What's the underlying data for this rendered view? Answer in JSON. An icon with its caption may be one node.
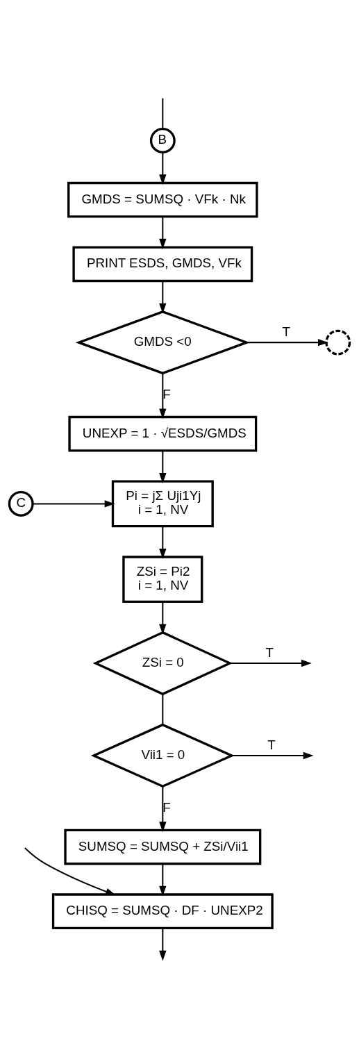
{
  "diagram": {
    "nodes": [
      {
        "text": [
          "B"
        ]
      },
      {
        "text": [
          "GMDS = SUMSQ · VFk · Nk"
        ]
      },
      {
        "text": [
          "PRINT ESDS, GMDS, VFk"
        ]
      },
      {
        "text": [
          "GMDS <0"
        ]
      },
      {
        "text": [],
        "shape": "circle"
      },
      {
        "text": [
          "UNEXP = 1 · √ESDS/GMDS"
        ]
      },
      {
        "text": [
          "C"
        ]
      },
      {
        "text": [
          "Pi = jΣ Uji1Yj",
          "i = 1, NV"
        ]
      },
      {
        "text": [
          "ZSi = Pi2",
          "i = 1, NV"
        ]
      },
      {
        "text": [
          "ZSi = 0"
        ]
      },
      {
        "text": [
          "Vii1 = 0"
        ]
      },
      {
        "text": [
          "SUMSQ = SUMSQ + ZSi/Vii1"
        ]
      },
      {
        "text": [
          "CHISQ = SUMSQ · DF · UNEXP2"
        ]
      }
    ],
    "edges": [
      {
        "from": null,
        "to": 0,
        "arrow": "none"
      },
      {
        "from": 0,
        "to": 1,
        "arrow": "to"
      },
      {
        "from": 1,
        "to": 2,
        "arrow": "to"
      },
      {
        "from": 2,
        "to": 3,
        "arrow": "to"
      },
      {
        "from": 3,
        "to": 4,
        "arrow": "to",
        "label": "T"
      },
      {
        "from": 3,
        "to": 5,
        "arrow": "to",
        "label": "F"
      },
      {
        "from": 5,
        "to": 7,
        "arrow": "to"
      },
      {
        "from": 6,
        "to": 7,
        "arrow": "to"
      },
      {
        "from": 7,
        "to": 8,
        "arrow": "to"
      },
      {
        "from": 8,
        "to": 9,
        "arrow": "to"
      },
      {
        "from": 9,
        "to": null,
        "arrow": "to",
        "label": "T"
      },
      {
        "from": 9,
        "to": 10,
        "arrow": "none"
      },
      {
        "from": 10,
        "to": null,
        "arrow": "to",
        "label": "T"
      },
      {
        "from": 10,
        "to": 11,
        "arrow": "to",
        "label": "F"
      },
      {
        "from": 11,
        "to": 12,
        "arrow": "to"
      },
      {
        "from": null,
        "to": 12,
        "arrow": "to"
      },
      {
        "from": 12,
        "to": null,
        "arrow": "to"
      }
    ]
  }
}
